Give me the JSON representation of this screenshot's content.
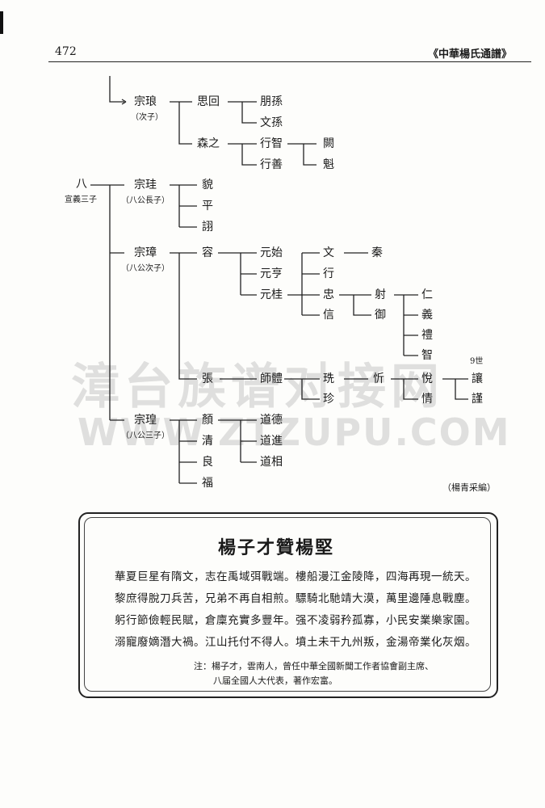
{
  "header": {
    "page_number": "472",
    "book_title": "《中華楊氏通譜》"
  },
  "watermark": {
    "cn": "漳台族谱对接网",
    "url": "WWW.ZTZUPU.COM"
  },
  "tree": {
    "ba": "八",
    "ba_note": "宣義三子",
    "zongliang": "宗琅",
    "zongliang_note": "（次子）",
    "sihui": "思回",
    "pengsun": "朋孫",
    "wensun": "文孫",
    "senzhi": "森之",
    "xingzhi": "行智",
    "xingshan": "行善",
    "guan": "闕",
    "kui": "魁",
    "zonggui": "宗珪",
    "zonggui_note": "（八公長子）",
    "mao": "貌",
    "ping": "平",
    "xu": "詡",
    "zongzhang": "宗璋",
    "zongzhang_note": "（八公次子）",
    "rong": "容",
    "yuanshi": "元始",
    "yuanheng": "元亨",
    "yuangui": "元桂",
    "wen": "文",
    "qin": "秦",
    "xing": "行",
    "zhong": "忠",
    "xin": "信",
    "she": "射",
    "yu": "御",
    "ren": "仁",
    "yi": "義",
    "li": "禮",
    "zhi": "智",
    "zhang": "張",
    "shili": "師體",
    "hang": "珗",
    "zhen": "珍",
    "xin2": "忻",
    "yue": "悅",
    "qing": "情",
    "shi_mark": "9世",
    "rang": "讓",
    "jin": "謹",
    "zonghuang": "宗瑝",
    "zonghuang_note": "（八公三子）",
    "yan": "顏",
    "qing2": "清",
    "liang": "良",
    "fu": "福",
    "daode": "道德",
    "daojin": "道進",
    "daoxiang": "道相",
    "compiler": "（楊青采編）"
  },
  "poem": {
    "title": "楊子才贊楊堅",
    "lines": [
      "華夏巨星有隋文，志在禹域弭戰端。樓船漫江金陵降，四海再現一統天。",
      "黎庶得脫刀兵苦，兄弟不再自相煎。驃騎北馳靖大漠，萬里邊陲息戰塵。",
      "躬行節儉輕民賦，倉廩充實多豐年。强不凌弱矜孤寡，小民安業樂家園。",
      "溺寵廢嫡潛大禍。江山托付不得人。墳土未干九州叛，金湯帝業化灰烟。"
    ],
    "note_1": "注：楊子才，雲南人，曾任中華全國新聞工作者協會副主席、",
    "note_2": "八届全國人大代表，著作宏富。"
  }
}
